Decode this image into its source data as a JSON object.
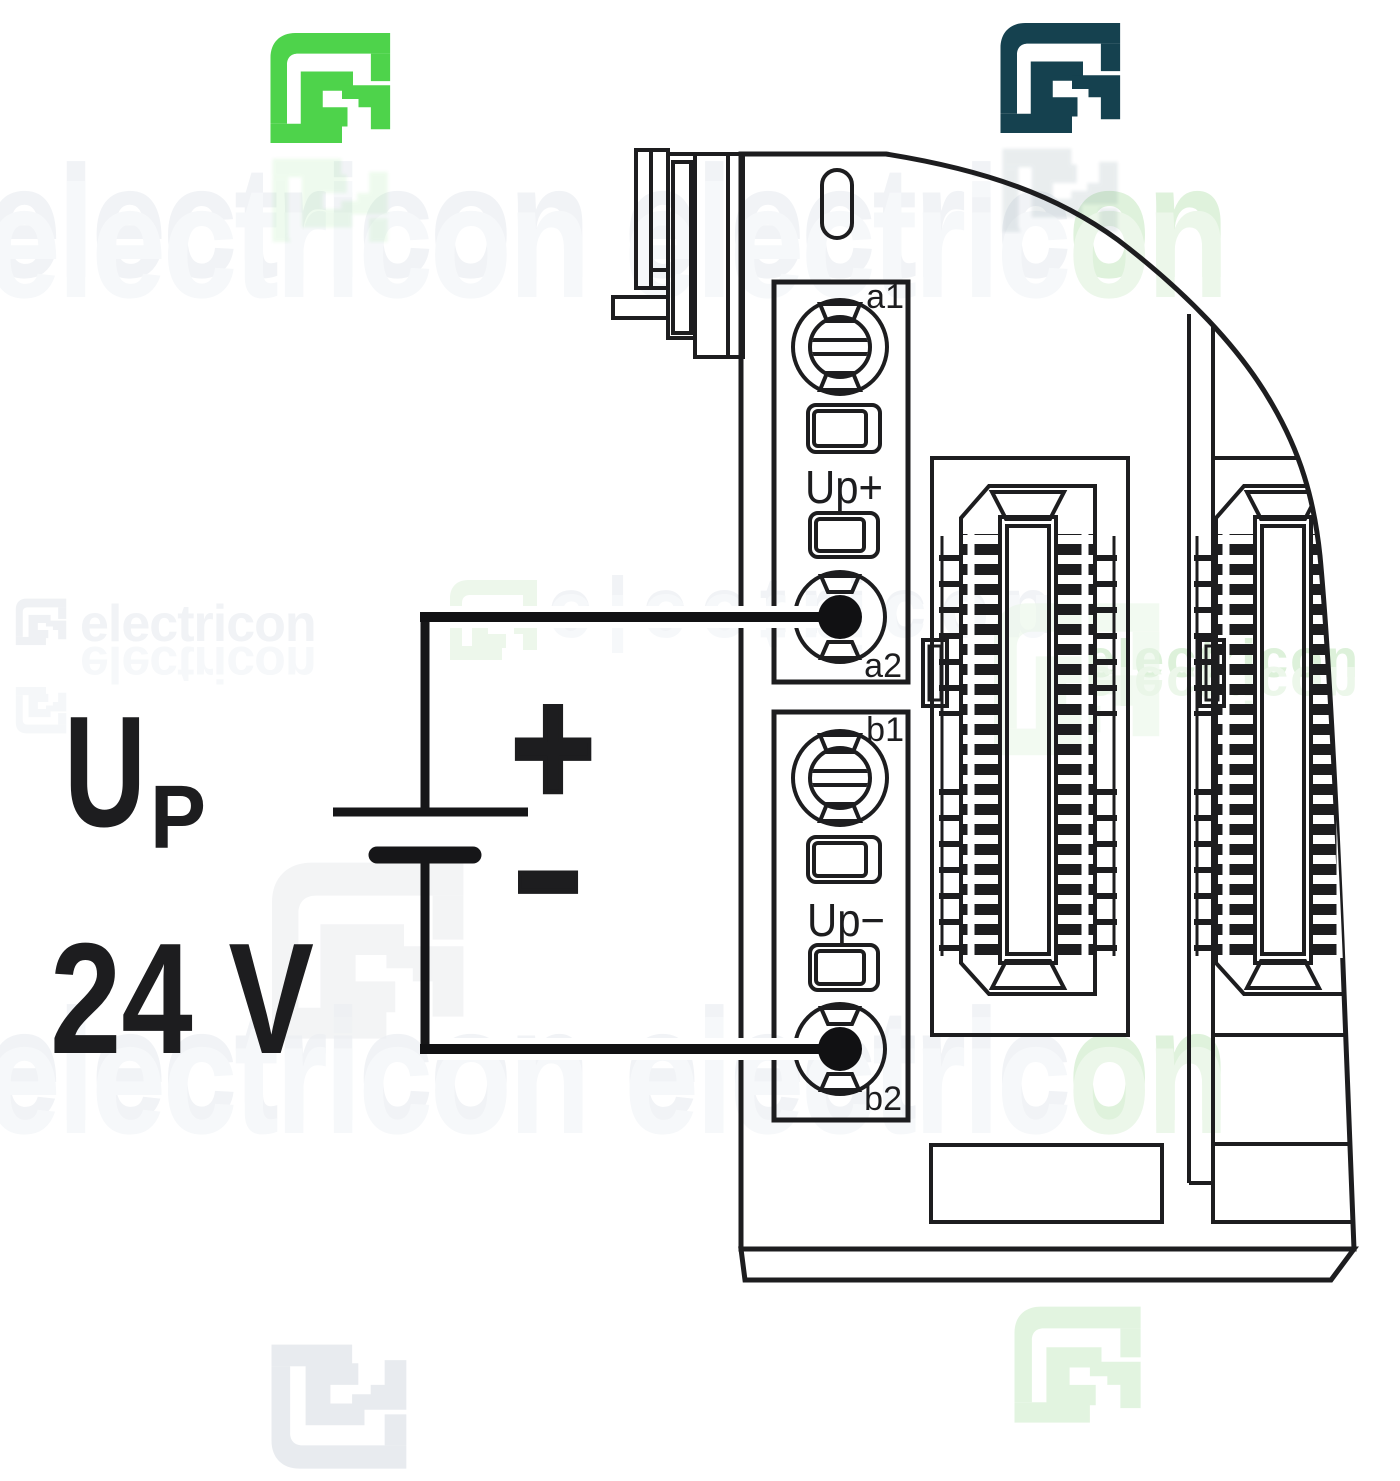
{
  "page": {
    "background": "#ffffff"
  },
  "brand": {
    "word": "electricon",
    "word_main": "electric",
    "word_o": "o",
    "word_n": "n",
    "logo_green_color": "#4ed34b",
    "logo_dark_color": "#15414f"
  },
  "circuit": {
    "source_label": "U",
    "source_subscript": "P",
    "voltage_label": "24 V",
    "plus_label": "+",
    "minus_label": "−"
  },
  "module": {
    "block_a": {
      "terminal_top": "a1",
      "terminal_bottom": "a2",
      "label": "Up+"
    },
    "block_b": {
      "terminal_top": "b1",
      "terminal_bottom": "b2",
      "label": "Up−"
    }
  }
}
